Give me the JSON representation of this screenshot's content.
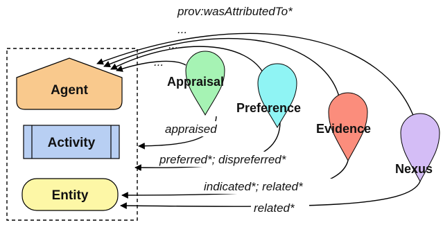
{
  "top_edge_label": "prov:wasAttributedTo*",
  "ellipsis": "...",
  "nodes": {
    "agent": "Agent",
    "activity": "Activity",
    "entity": "Entity"
  },
  "markers": {
    "appraisal": "Appraisal",
    "preference": "Preference",
    "evidence": "Evidence",
    "nexus": "Nexus"
  },
  "edges": {
    "appraised": "appraised",
    "preferred": "preferred*; dispreferred*",
    "indicated": "indicated*; related*",
    "related": "related*"
  },
  "colors": {
    "agent_fill": "#f9c98d",
    "activity_fill": "#b8cff3",
    "entity_fill": "#fdf7a6",
    "appraisal_fill": "#a6f3b4",
    "preference_fill": "#8ff4f4",
    "evidence_fill": "#fb8d7c",
    "nexus_fill": "#d4bdf6"
  }
}
